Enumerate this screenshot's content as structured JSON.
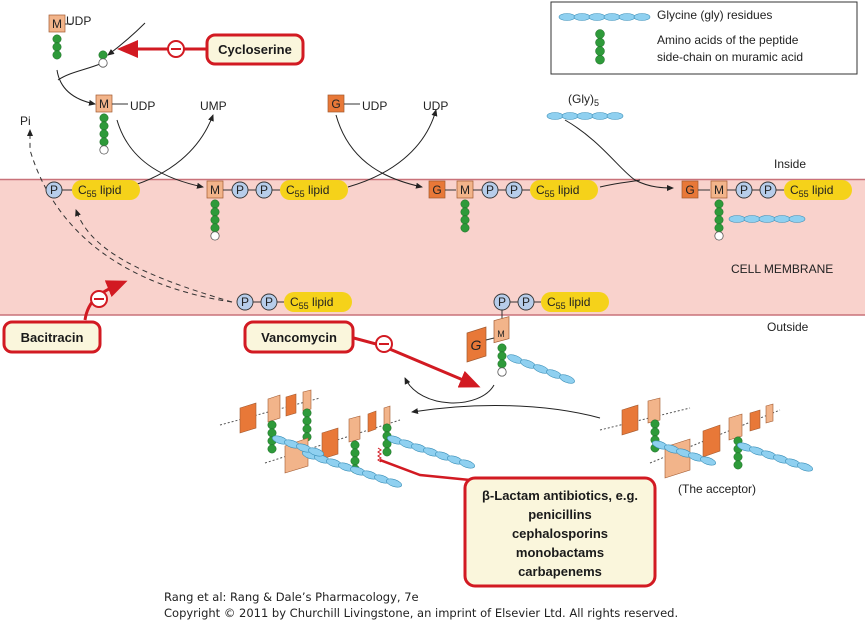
{
  "figure": {
    "title": "Bacterial cell wall peptidoglycan synthesis and sites of antibiotic action",
    "colors": {
      "membrane_fill": "#f9d2cc",
      "membrane_edge": "#c9727a",
      "inhibitor_red": "#d21a22",
      "drug_box_fill": "#faf6dc",
      "lipid_yellow": "#f5d21a",
      "phosphate_blue": "#b7cdea",
      "glycine_blue": "#8fd0f0",
      "amino_green": "#2e9a3a",
      "muramic_peach": "#f2b48a",
      "glucosamine_orange": "#e87838"
    }
  },
  "legend": {
    "glycine": "Glycine (gly) residues",
    "amino_line1": "Amino acids of the peptide",
    "amino_line2": "side-chain on muramic acid"
  },
  "labels": {
    "m": "M",
    "g": "G",
    "p": "P",
    "udp": "UDP",
    "ump": "UMP",
    "pi": "Pi",
    "c": "C",
    "c_sub": "55",
    "lipid": " lipid",
    "gly": "(Gly)",
    "gly_sub": "5",
    "inside": "Inside",
    "outside": "Outside",
    "cell_membrane": "CELL MEMBRANE",
    "acceptor": "(The acceptor)"
  },
  "drugs": {
    "cycloserine": "Cycloserine",
    "bacitracin": "Bacitracin",
    "vancomycin": "Vancomycin",
    "beta_lactam": {
      "title": "β-Lactam antibiotics, e.g.",
      "items": [
        "penicillins",
        "cephalosporins",
        "monobactams",
        "carbapenems"
      ]
    }
  },
  "footer": {
    "line1": "Rang et al: Rang & Dale’s Pharmacology, 7e",
    "line2": "Copyright © 2011 by Churchill Livingstone, an imprint of Elsevier Ltd. All rights reserved."
  }
}
